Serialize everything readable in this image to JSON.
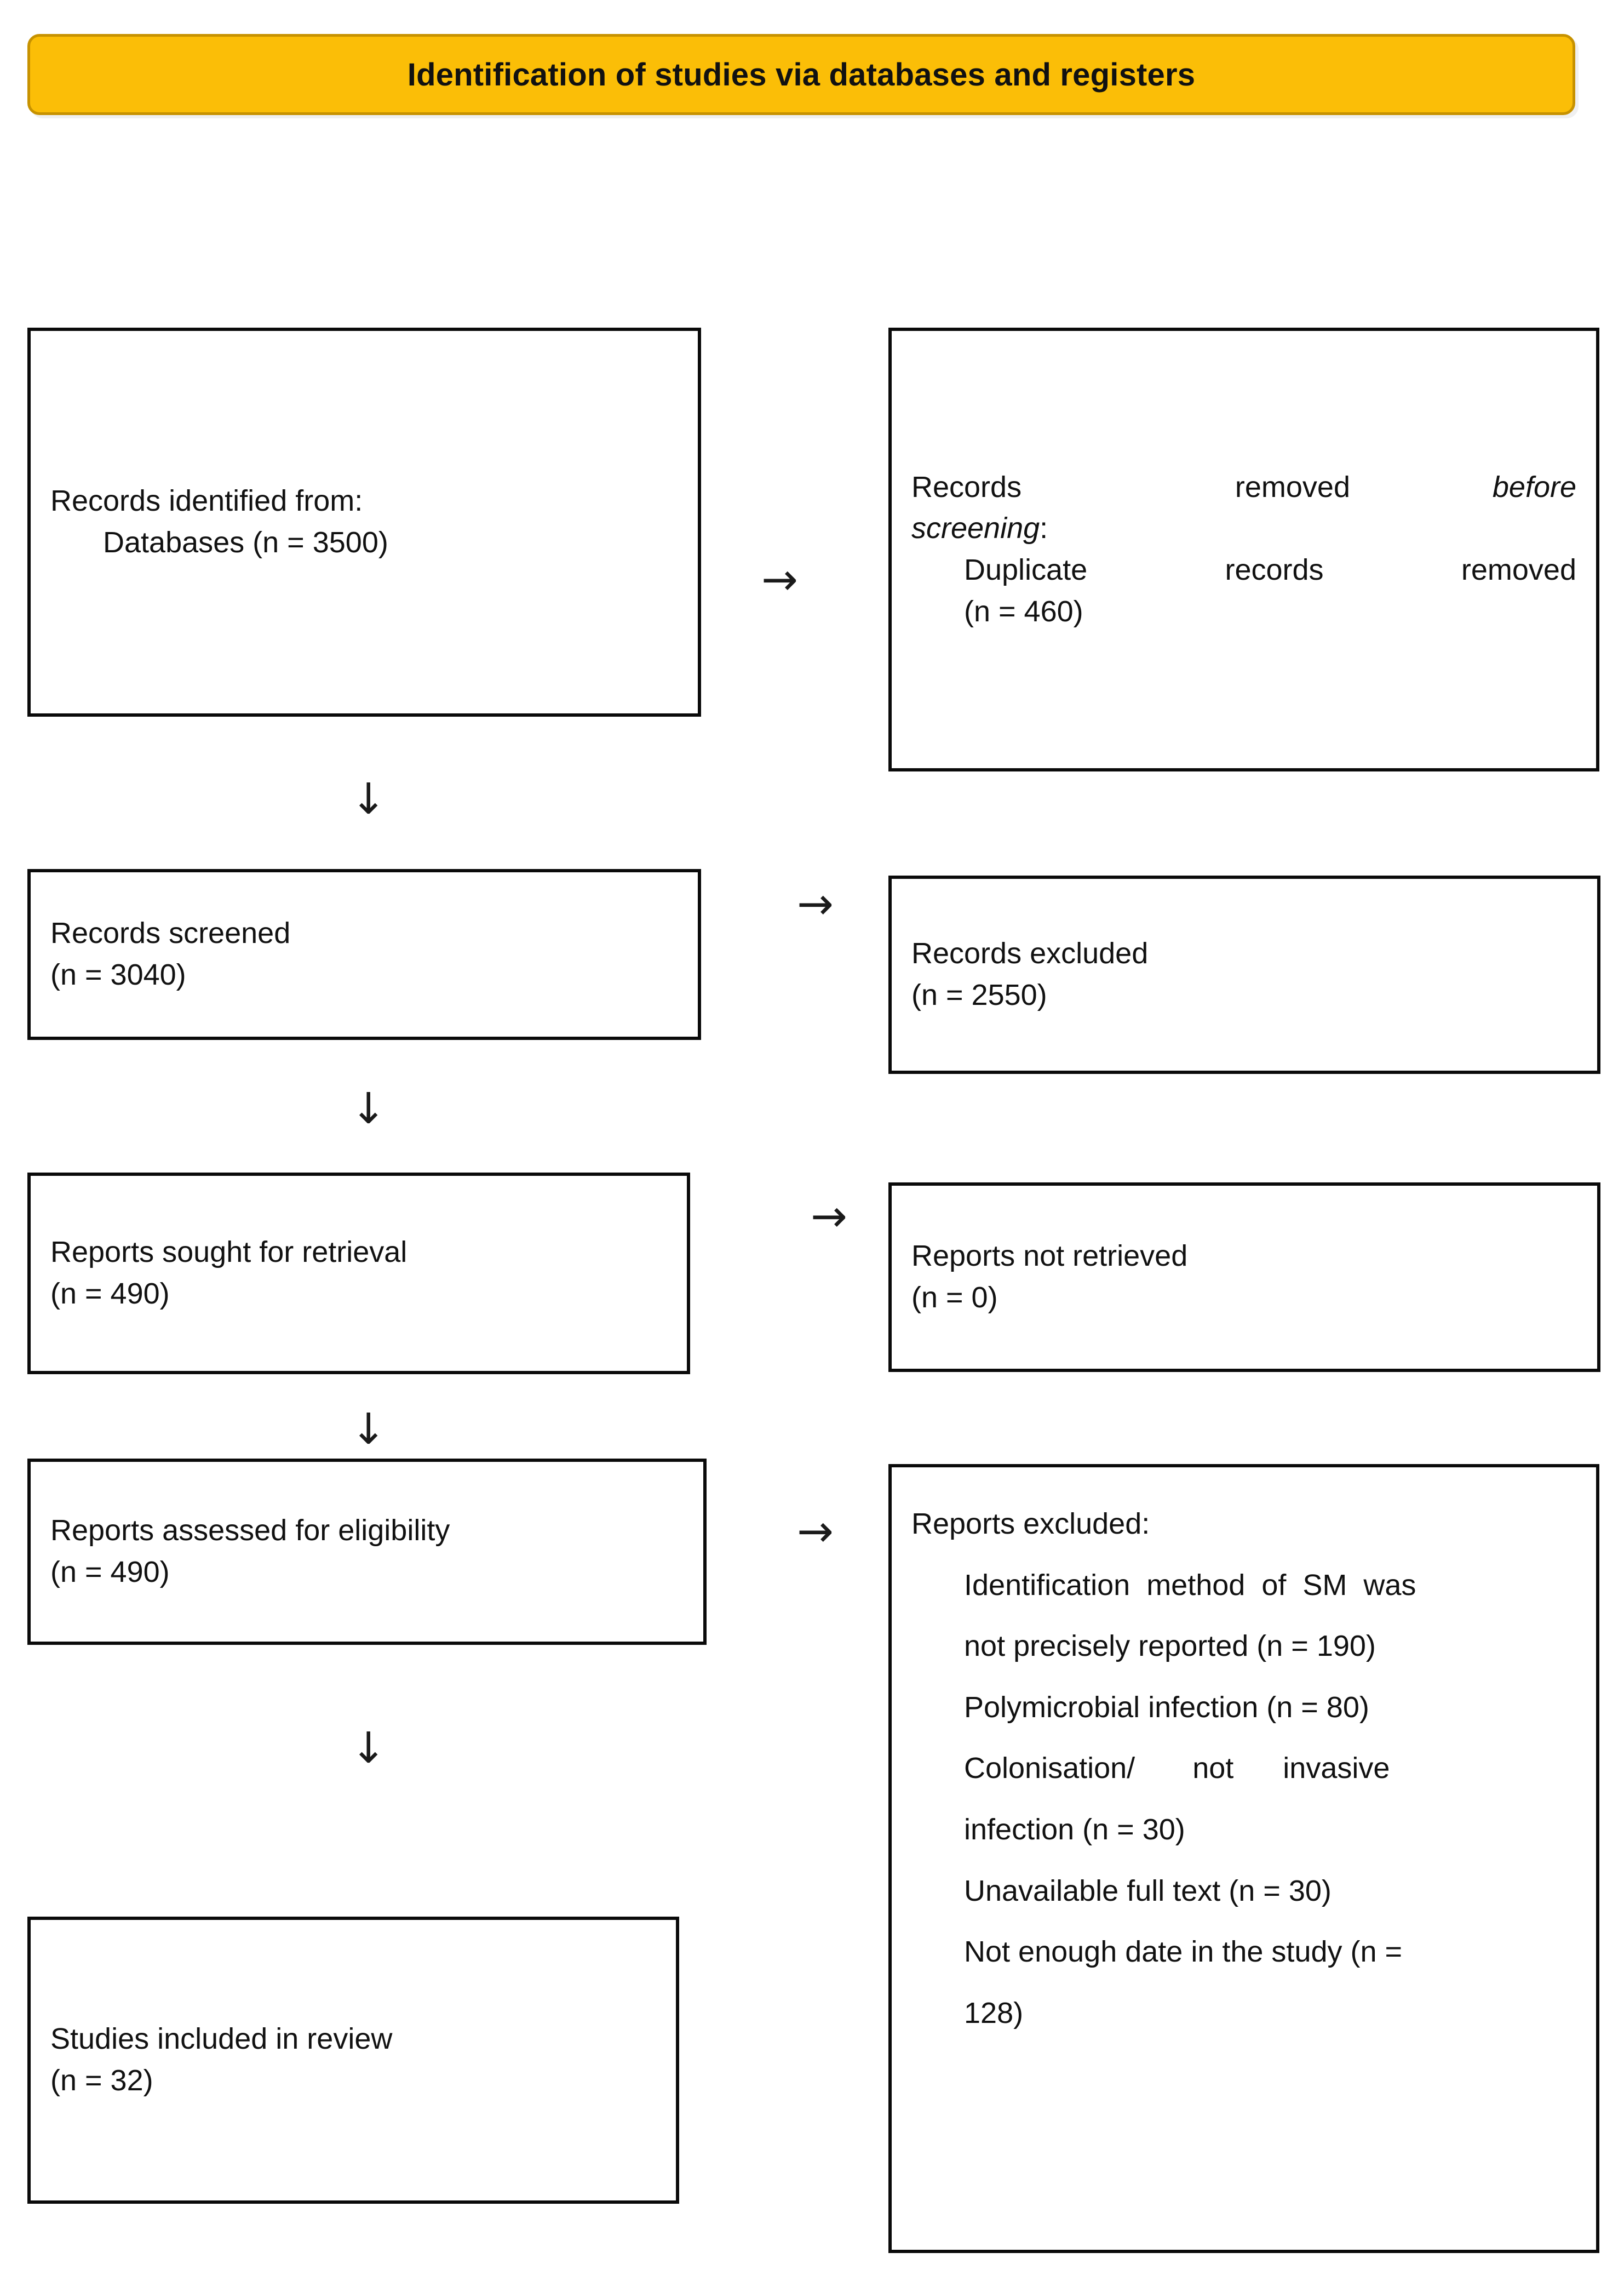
{
  "header": {
    "title": "Identification of studies via databases and registers",
    "background_color": "#FBBE07",
    "border_color": "#C79200",
    "text_color": "#111111"
  },
  "icons": {
    "arrow_down": "↓",
    "arrow_right": "→"
  },
  "flow": {
    "identified": {
      "line1": "Records identified from:",
      "line2": "Databases (n = 3500)"
    },
    "removed": {
      "line1_pre": "Records   removed  ",
      "line1_italic": "before",
      "line2_italic": "screening",
      "line2_post": ":",
      "line3": "Duplicate  records  removed",
      "line4": "(n = 460)"
    },
    "screened": {
      "line1": "Records screened",
      "line2": "(n = 3040)"
    },
    "records_excluded": {
      "line1": "Records excluded",
      "line2": "(n = 2550)"
    },
    "sought": {
      "line1": "Reports sought for retrieval",
      "line2": "(n = 490)"
    },
    "not_retrieved": {
      "line1": "Reports not retrieved",
      "line2": "(n = 0)"
    },
    "assessed": {
      "line1": "Reports assessed for eligibility",
      "line2": "(n = 490)"
    },
    "reports_excluded": {
      "heading": "Reports excluded:",
      "items": [
        "Identification  method  of  SM  was",
        "not precisely reported (n = 190)",
        "Polymicrobial infection (n = 80)",
        "Colonisation/       not      invasive",
        "infection (n = 30)",
        "Unavailable full text (n = 30)",
        "Not enough date in the study (n =",
        "128)"
      ]
    },
    "included": {
      "line1": "Studies included in review",
      "line2": "(n = 32)"
    }
  }
}
